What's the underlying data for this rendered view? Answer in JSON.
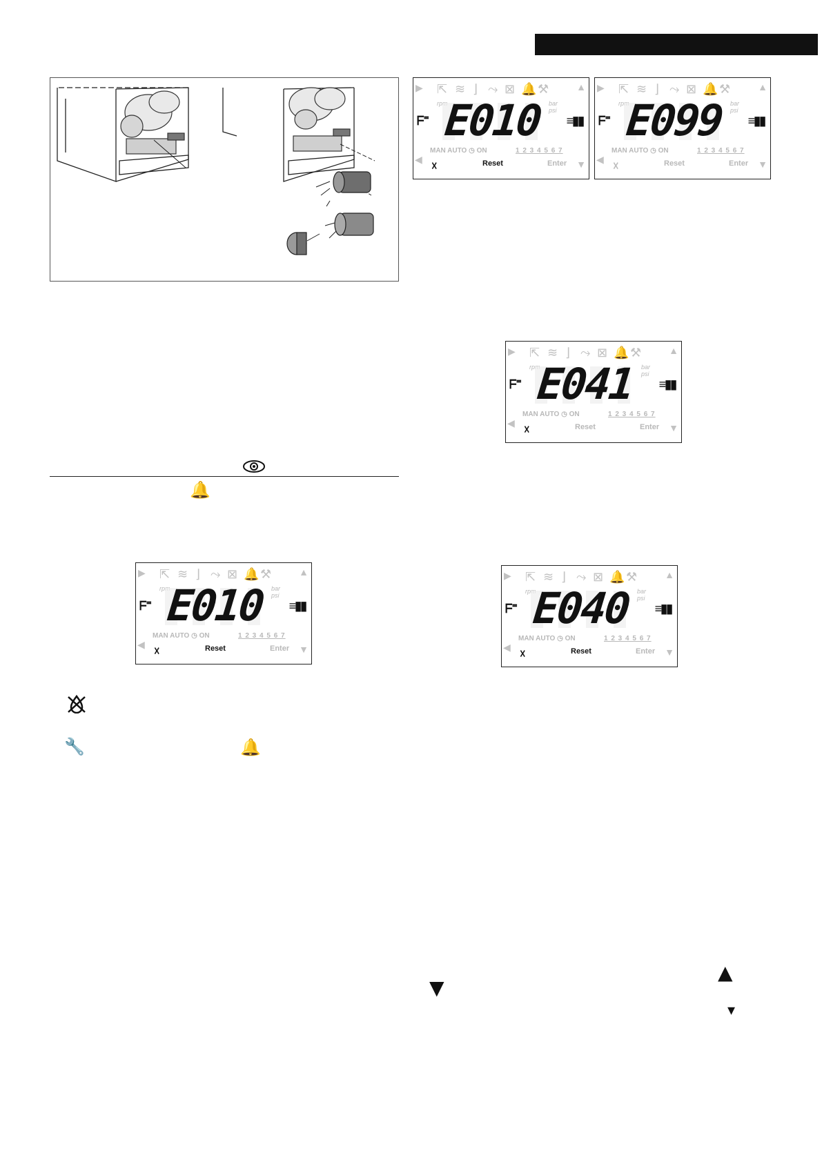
{
  "header": {
    "bar_color": "#111111"
  },
  "symbols": {
    "eye": "eye-icon",
    "bell": "🔔",
    "flame_crossed": "flame-off-icon",
    "wrench": "🔧",
    "arrow_up": "▲",
    "arrow_down": "▼",
    "arrow_down_small": "▾"
  },
  "displays": [
    {
      "id": "lcd-e010-top",
      "code": "E010",
      "reset_active": true,
      "flame_active": true,
      "wrench_active": false
    },
    {
      "id": "lcd-e099",
      "code": "E099",
      "reset_active": false,
      "flame_active": false,
      "wrench_active": false
    },
    {
      "id": "lcd-e041",
      "code": "E041",
      "reset_active": false,
      "flame_active": true,
      "wrench_active": false
    },
    {
      "id": "lcd-e010-bottom",
      "code": "E010",
      "reset_active": true,
      "flame_active": true,
      "wrench_active": false
    },
    {
      "id": "lcd-e040",
      "code": "E040",
      "reset_active": true,
      "flame_active": true,
      "wrench_active": false
    }
  ],
  "lcd_labels": {
    "rpm": "rpm",
    "bar": "bar",
    "psi": "psi",
    "mode": "MAN AUTO ◷ ON",
    "days": "1 2 3 4 5 6 7",
    "reset": "Reset",
    "enter": "Enter"
  }
}
